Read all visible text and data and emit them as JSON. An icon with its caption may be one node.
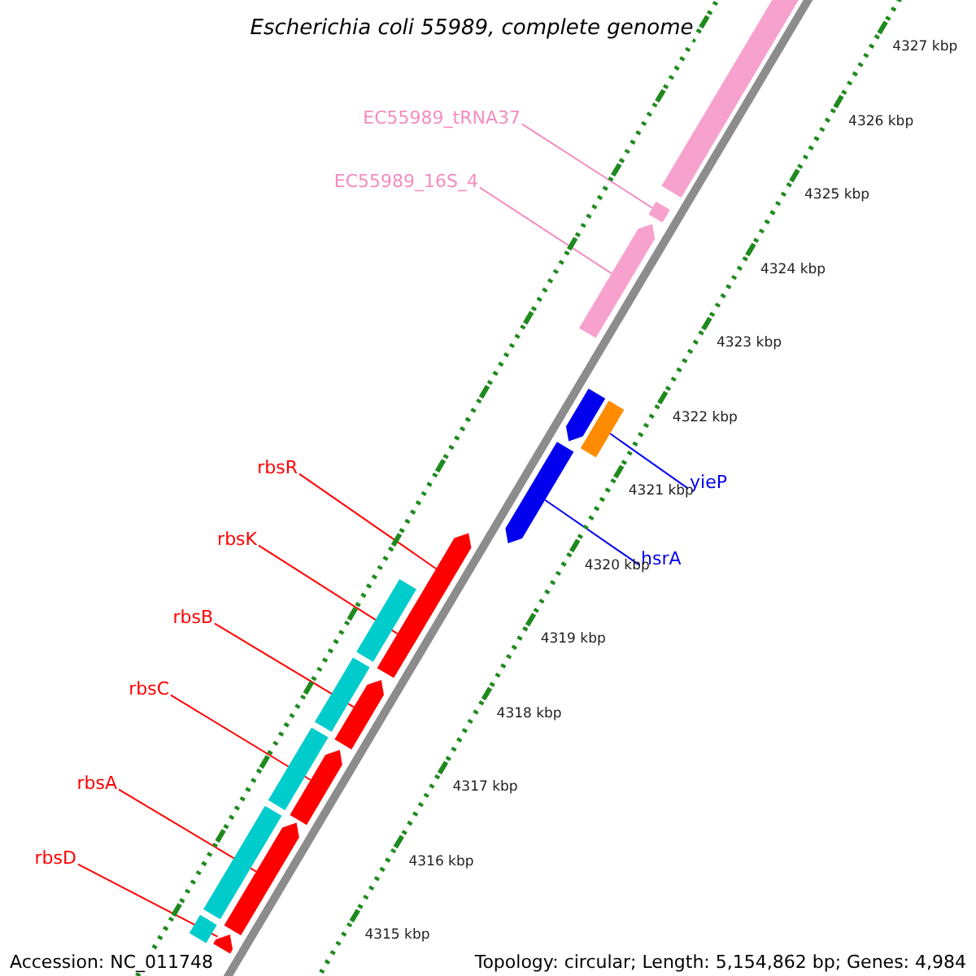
{
  "diagram": {
    "title": "Escherichia coli 55989, complete genome",
    "nodes": [
      {
        "text": [
          "EC55989_tRNA37"
        ]
      },
      {
        "text": [
          "EC55989_16S_4"
        ]
      },
      {
        "text": [
          "rbsR"
        ]
      },
      {
        "text": [
          "yieP"
        ]
      },
      {
        "text": [
          "rbsK"
        ]
      },
      {
        "text": [
          "hsrA"
        ]
      },
      {
        "text": [
          "rbsB"
        ]
      },
      {
        "text": [
          "rbsC"
        ]
      },
      {
        "text": [
          "rbsA"
        ]
      },
      {
        "text": [
          "rbsD"
        ]
      },
      {
        "text": [],
        "shape": "bar"
      },
      {
        "text": [],
        "shape": "arrow"
      },
      {
        "text": [],
        "shape": "arrow"
      },
      {
        "text": [],
        "shape": "bar"
      },
      {
        "text": [],
        "shape": "arrow"
      },
      {
        "text": [],
        "shape": "arrow"
      },
      {
        "text": [],
        "shape": "arrow"
      },
      {
        "text": [],
        "shape": "arrow"
      },
      {
        "text": [],
        "shape": "arrow"
      },
      {
        "text": [],
        "shape": "arrow"
      },
      {
        "text": [],
        "shape": "bar"
      },
      {
        "text": [],
        "shape": "arrow"
      },
      {
        "text": [],
        "shape": "bar"
      },
      {
        "text": [],
        "shape": "bar"
      },
      {
        "text": [],
        "shape": "bar"
      },
      {
        "text": [],
        "shape": "bar"
      },
      {
        "text": [],
        "shape": "bar"
      }
    ],
    "edges": [
      {
        "from": 0,
        "to": 10,
        "arrow": "none",
        "color": "#f58cc0"
      },
      {
        "from": 1,
        "to": 11,
        "arrow": "none",
        "color": "#f58cc0"
      },
      {
        "from": 2,
        "to": 12,
        "arrow": "none"
      },
      {
        "from": 3,
        "to": 13,
        "arrow": "none",
        "color": "#0000ee"
      },
      {
        "from": 4,
        "to": 14,
        "arrow": "none"
      },
      {
        "from": 5,
        "to": 15,
        "arrow": "none",
        "color": "#0000ee"
      },
      {
        "from": 6,
        "to": 16,
        "arrow": "none"
      },
      {
        "from": 7,
        "to": 17,
        "arrow": "none"
      },
      {
        "from": 8,
        "to": 18,
        "arrow": "none"
      },
      {
        "from": 9,
        "to": 19,
        "arrow": "none"
      }
    ],
    "labels": [
      "4327 kbp",
      "4326 kbp",
      "4325 kbp",
      "4324 kbp",
      "4323 kbp",
      "4322 kbp",
      "4321 kbp",
      "4320 kbp",
      "4319 kbp",
      "4318 kbp",
      "4317 kbp",
      "4316 kbp",
      "4315 kbp",
      "Accession: NC_011748",
      "Topology: circular; Length: 5,154,862 bp; Genes: 4,984"
    ]
  }
}
